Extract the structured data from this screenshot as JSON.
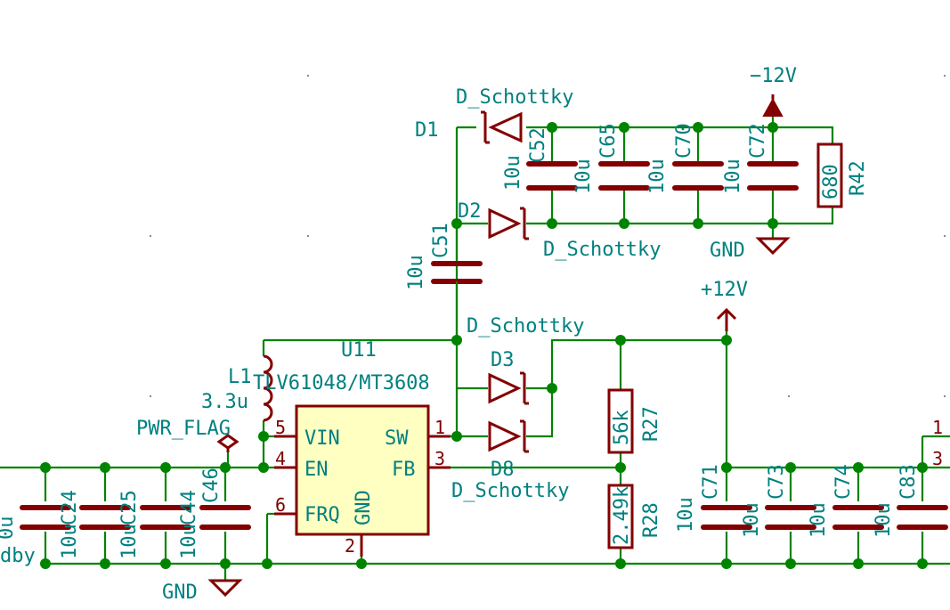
{
  "sheet": {
    "colors": {
      "wire": "#008400",
      "component": "#840000",
      "label": "#00807f",
      "ic_fill": "#ffffc2",
      "pin_number": "#7f0000"
    }
  },
  "power": {
    "neg12": "−12V",
    "pos12": "+12V",
    "gnd_top": "GND",
    "gnd_bottom": "GND",
    "pwr_flag": "PWR_FLAG"
  },
  "diodes": {
    "d1": {
      "ref": "D1",
      "value": "D_Schottky"
    },
    "d2": {
      "ref": "D2",
      "value": "D_Schottky"
    },
    "d3": {
      "ref": "D3",
      "value": "D_Schottky"
    },
    "d8": {
      "ref": "D8",
      "value": "D_Schottky"
    }
  },
  "capacitors": {
    "c51": {
      "ref": "C51",
      "value": "10u"
    },
    "c52": {
      "ref": "C52",
      "value": "10u"
    },
    "c65": {
      "ref": "C65",
      "value": "10u"
    },
    "c70": {
      "ref": "C70",
      "value": "10u"
    },
    "c72": {
      "ref": "C72",
      "value": "10u"
    },
    "c24": {
      "ref": "C24",
      "value": "10u"
    },
    "c25": {
      "ref": "C25",
      "value": "10u"
    },
    "c44": {
      "ref": "C44",
      "value": "10u"
    },
    "c46": {
      "ref": "C46"
    },
    "c71": {
      "ref": "C71",
      "value": "10u"
    },
    "c73": {
      "ref": "C73",
      "value": "10u"
    },
    "c74": {
      "ref": "C74",
      "value": "10u"
    },
    "c83": {
      "ref": "C83"
    }
  },
  "resistors": {
    "r42": {
      "ref": "R42",
      "value": "680"
    },
    "r27": {
      "ref": "R27",
      "value": "56k"
    },
    "r28": {
      "ref": "R28",
      "value": "2.49k"
    }
  },
  "inductor": {
    "ref": "L1",
    "value": "3.3u"
  },
  "ic": {
    "ref": "U11",
    "value": "TLV61048/MT3608",
    "pins": [
      {
        "num": "5",
        "name": "VIN"
      },
      {
        "num": "4",
        "name": "EN"
      },
      {
        "num": "6",
        "name": "FRQ"
      },
      {
        "num": "2",
        "name": "GND"
      },
      {
        "num": "1",
        "name": "SW"
      },
      {
        "num": "3",
        "name": "FB"
      }
    ]
  },
  "edge": {
    "left_value": "0u",
    "left_net": "dby",
    "right_pin1": "1",
    "right_pin3": "3"
  }
}
